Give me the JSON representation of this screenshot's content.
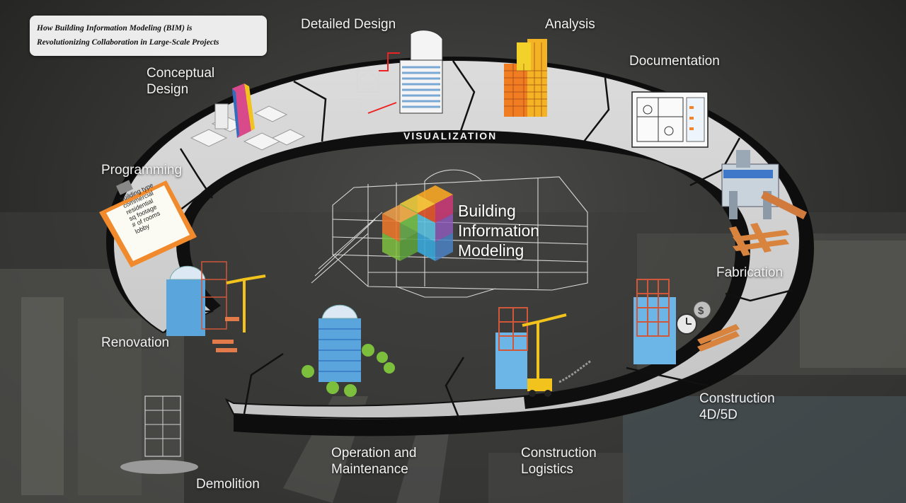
{
  "header": {
    "title_line1": "How Building Information Modeling (BIM) is",
    "title_line2": "Revolutionizing Collaboration in Large-Scale Projects"
  },
  "center": {
    "line1": "Building",
    "line2": "Information",
    "line3": "Modeling"
  },
  "ring": {
    "banner": "VISUALIZATION"
  },
  "stages": {
    "detailed_design": "Detailed Design",
    "analysis": "Analysis",
    "documentation": "Documentation",
    "conceptual_design_1": "Conceptual",
    "conceptual_design_2": "Design",
    "programming": "Programming",
    "fabrication": "Fabrication",
    "renovation": "Renovation",
    "construction_4d5d_1": "Construction",
    "construction_4d5d_2": "4D/5D",
    "operation_1": "Operation and",
    "operation_2": "Maintenance",
    "logistics_1": "Construction",
    "logistics_2": "Logistics",
    "demolition": "Demolition"
  },
  "clipboard": {
    "line1": "building type",
    "line2": "commercial",
    "line3": "residential",
    "line4": "sq footage",
    "line5": "# of rooms",
    "line6": "lobby"
  },
  "colors": {
    "ring": "#d6d6d6",
    "ring_edge": "#0c0c0c",
    "clipboard": "#f08a2c",
    "building_blue": "#5aa6dc",
    "analysis_orange": "#f07d22",
    "crane_yellow": "#f2c21d"
  }
}
